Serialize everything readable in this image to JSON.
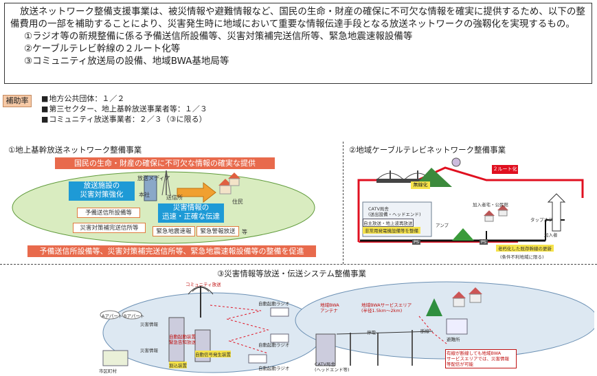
{
  "summary": {
    "intro": "放送ネットワーク整備支援事業は、被災情報や避難情報など、国民の生命・財産の確保に不可欠な情報を確実に提供するため、以下の整備費用の一部を補助することにより、災害発生時に地域において重要な情報伝達手段となる放送ネットワークの強靱化を実現するもの。",
    "items": [
      "①ラジオ等の新規整備に係る予備送信所設備等、災害対策補完送信所等、緊急地震速報設備等",
      "②ケーブルテレビ幹線の２ルート化等",
      "③コミュニティ放送局の設備、地域BWA基地局等"
    ]
  },
  "subsidy": {
    "badge": "補助率",
    "rates": [
      "地方公共団体：１／２",
      "第三セクター、地上基幹放送事業者等：１／３",
      "コミュニティ放送事業者：２／３（③に限る）"
    ]
  },
  "section1": {
    "title": "①地上基幹放送ネットワーク整備事業",
    "top_band": "国民の生命・財産の確保に不可欠な情報の確実な提供",
    "media_label": "放送メディア",
    "main_label": "本社",
    "station_label": "送信所",
    "residents_label": "住民",
    "resilience_box": "放送施設の\n災害対策強化",
    "rapid_box": "災害情報の\n迅速・正確な伝達",
    "boxes": [
      "予備送信所設備等",
      "災害対策補完送信所等",
      "緊急地震速報",
      "緊急警報放送",
      "等"
    ],
    "bottom_band": "予備送信所設備等、災害対策補完送信所等、緊急地震速報設備等の整備を促進",
    "colors": {
      "band": "#e86a4c",
      "blue": "#1e9ad6",
      "ellipse_fill": "#d9ecc0"
    }
  },
  "section2": {
    "title": "②地域ケーブルテレビネットワーク整備事業",
    "two_route": "２ルート化",
    "cable_labels": [
      "無線化"
    ],
    "headend_title": "CATV局舎\n(送出設備・ヘッドエンド)",
    "headend_sub": "自主放送・地上波再放送",
    "power_box": "非常用発電機設備等を整備",
    "households": "加入者宅・公民館",
    "amp": "アンプ",
    "tap": "タップオフ",
    "ps1": "PS",
    "ps2": "PS",
    "upgrade_box": "老朽化した既存幹線の更新",
    "upgrade_note": "(条件不利地域に限る)",
    "subscriber": "加入者"
  },
  "section3": {
    "title": "③災害情報等放送・伝送システム整備事業",
    "community_label": "コミュニティ放送",
    "apartment_labels": [
      "Aアパート",
      "Bアパート"
    ],
    "city_hall": "市区町村",
    "disaster_info": [
      "災害情報",
      "災害情報"
    ],
    "equipment": [
      "自動起動装置",
      "緊急告知放送",
      "割込装置",
      "自動信号発生装置"
    ],
    "auto_radio": [
      "自動起動ラジオ",
      "自動起動ラジオ",
      "自動起動ラジオ"
    ],
    "bwa_antenna": "地域BWA\nアンテナ",
    "bwa_area": "地域BWAサービスエリア\n(半径1.5km〜2km)",
    "catv_bldg": "CATV局舎\n(ヘッドエンド等)",
    "power_failure": "停電",
    "out_of_area": "有線が断線しても地域BWA\nサービスエリアでは、災害情報\n等配信が可能",
    "break_label": "断線",
    "shelter": "避難所"
  }
}
